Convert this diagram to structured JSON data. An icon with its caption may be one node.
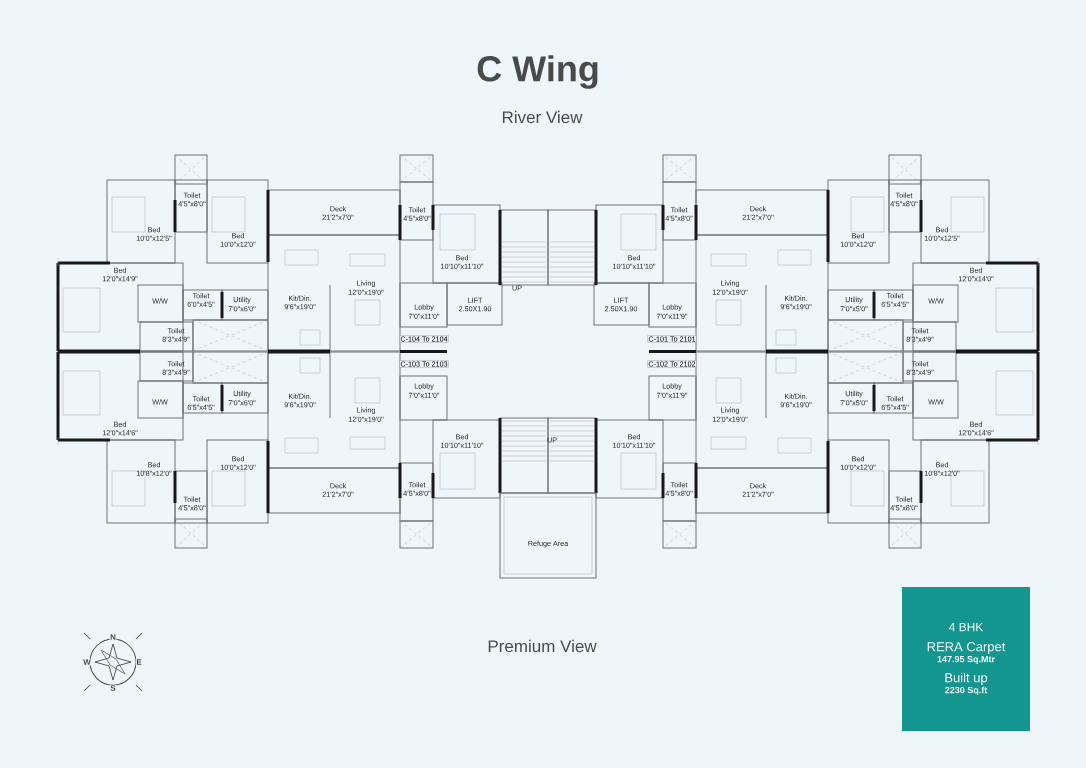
{
  "diagram": {
    "title": "C Wing",
    "nodes": [
      {
        "text": [
          "4 BHK",
          "RERA Carpet",
          "147.95 Sq.Mtr",
          "Built up",
          "2230 Sq.ft"
        ]
      }
    ],
    "labels": [
      "River View",
      "Toilet",
      "4'5\"x8'0\"",
      "Bed",
      "10'0\"x12'5\"",
      "Bed",
      "10'0\"x12'0\"",
      "Deck",
      "21'2\"x7'0\"",
      "Bed",
      "12'0\"x14'9\"",
      "W/W",
      "Toilet",
      "6'0\"x4'5\"",
      "Utility",
      "7'0\"x6'0\"",
      "Kit/Din.",
      "9'6\"x19'0\"",
      "Living",
      "12'0\"x19'0\"",
      "Toilet",
      "8'3\"x4'9\"",
      "Toilet",
      "4'5\"x8'0\"",
      "Bed",
      "10'10\"x11'10\"",
      "LIFT",
      "2.50X1.90",
      "Lobby",
      "7'0\"x11'0\"",
      "C-104 To 2104",
      "UP",
      "Toilet",
      "4'5\"x8'0\"",
      "Bed",
      "10'0\"x12'5\"",
      "Bed",
      "10'0\"x12'0\"",
      "Deck",
      "21'2\"x7'0\"",
      "Bed",
      "12'0\"x14'0\"",
      "W/W",
      "Toilet",
      "6'5\"x4'5\"",
      "Utility",
      "7'0\"x5'0\"",
      "Kit/Din.",
      "9'6\"x19'0\"",
      "Living",
      "12'0\"x19'0\"",
      "Toilet",
      "8'3\"x4'9\"",
      "Toilet",
      "4'5\"x8'0\"",
      "Bed",
      "10'10\"x11'10\"",
      "LIFT",
      "2.50X1.90",
      "Lobby",
      "7'0\"x11'9\"",
      "C-101 To 2101",
      "Toilet",
      "4'5\"x8'0\"",
      "Bed",
      "10'8\"x12'0\"",
      "Bed",
      "10'0\"x12'0\"",
      "Deck",
      "21'2\"x7'0\"",
      "Bed",
      "12'0\"x14'6\"",
      "W/W",
      "Toilet",
      "6'5\"x4'5\"",
      "Utility",
      "7'0\"x6'0\"",
      "Kit/Din.",
      "9'6\"x19'0\"",
      "Living",
      "12'0\"x19'0\"",
      "Toilet",
      "8'3\"x4'9\"",
      "Toilet",
      "4'5\"x8'0\"",
      "Bed",
      "10'10\"x11'10\"",
      "Lobby",
      "7'0\"x11'0\"",
      "C-103 To 2103",
      "UP",
      "Toilet",
      "4'5\"x8'0\"",
      "Bed",
      "10'8\"x12'0\"",
      "Bed",
      "10'0\"x12'0\"",
      "Deck",
      "21'2\"x7'0\"",
      "Bed",
      "12'0\"x14'6\"",
      "W/W",
      "Toilet",
      "6'5\"x4'5\"",
      "Utility",
      "7'0\"x5'0\"",
      "Kit/Din.",
      "9'6\"x19'0\"",
      "Living",
      "12'0\"x19'0\"",
      "Toilet",
      "8'3\"x4'9\"",
      "Toilet",
      "4'5\"x8'0\"",
      "Bed",
      "10'10\"x11'10\"",
      "Lobby",
      "7'0\"x11'9\"",
      "C-102 To 2102",
      "Refuge Area",
      "N",
      "W",
      "E",
      "S",
      "Premium View"
    ]
  }
}
